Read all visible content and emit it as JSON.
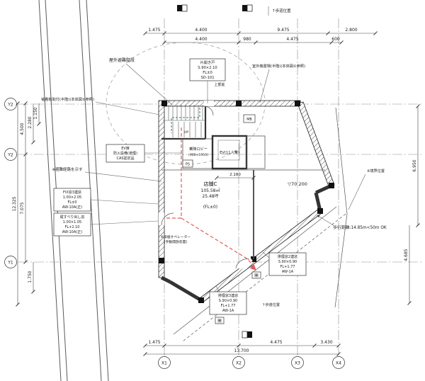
{
  "grid": {
    "y_bubbles": [
      "Y2",
      "Y2",
      "Y1"
    ],
    "x_bubbles": [
      "X1",
      "X2",
      "X3",
      "X4"
    ]
  },
  "dims": {
    "top_row1": [
      "1.475",
      "4.400",
      "9.475",
      "2.800"
    ],
    "top_row2": [
      "4.400",
      "980",
      "4.475",
      "600"
    ],
    "bottom_row": [
      "1.475",
      "4.475",
      "3.430"
    ],
    "bottom_total": "13.700",
    "left": [
      "12.325",
      "4.500",
      "7.075",
      "2.280",
      "1.150",
      "1.750"
    ],
    "right": [
      "6.950",
      "4.685"
    ],
    "interior_lobby": "2.180",
    "level_mark": "▽70.200"
  },
  "annotations": {
    "stair_note": "屋外避難階段",
    "left_note": "袖看板取付(半階)(本体図①参照)",
    "ac_note": "室外機置場(半階)(本体図①参照)",
    "canopy": "上部庇",
    "door_box": [
      "片開き戸",
      "S.90×2.10",
      "FL±0",
      "SD-101"
    ],
    "ev_door_box": [
      "EV扉",
      "防火設備(遮煙)",
      "CAS認定品"
    ],
    "lobby": "乗降ロビー",
    "lobby_size": "(900×1950)",
    "ev": "EV(11人乗)",
    "mb": "MB",
    "ps": "PS",
    "up": "UP",
    "store": [
      "店舗C",
      "105.58㎡",
      "25.48坪",
      "(FL±0)"
    ],
    "escape_note": "※避難経路を示す",
    "fix_window_box": [
      "FIX窓3連窓",
      "1.00×2.05",
      "FL±0",
      "AW-10A(正)"
    ],
    "casement_window_box": [
      "縦すべり出し窓",
      "1.00×1.05",
      "FL+1.10",
      "AW-10A(正)"
    ],
    "vent2_box": [
      "排煙窓2連窓",
      "S.90×0.90",
      "FL+1.77",
      "AW-1A"
    ],
    "vent3_box": [
      "排煙窓3連窓",
      "S.90×0.90",
      "FL+1.77",
      "AW-1A"
    ],
    "vent_operator_note": [
      "※排煙オペレーター",
      "(手動開放装置)"
    ],
    "walk_note": "歩行距離:14.85m<50m OK",
    "sidewalk_top": "↑歩道位置",
    "sidewalk_bottom": "↑歩道位置",
    "boundary_note": "※境界位置",
    "open_mark": "開"
  },
  "colors": {
    "escape_route": "#e05c5c",
    "stair_route": "#2e8b57",
    "line": "#2a2a2a"
  }
}
